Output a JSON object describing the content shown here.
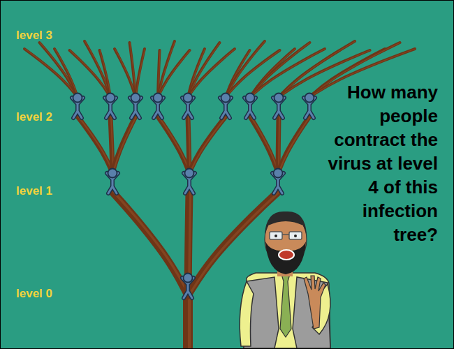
{
  "diagram": {
    "labels": [
      "level 3",
      "level 2",
      "level 1",
      "level 0",
      "How many people contract the virus at level 4 of this infection tree?"
    ]
  }
}
